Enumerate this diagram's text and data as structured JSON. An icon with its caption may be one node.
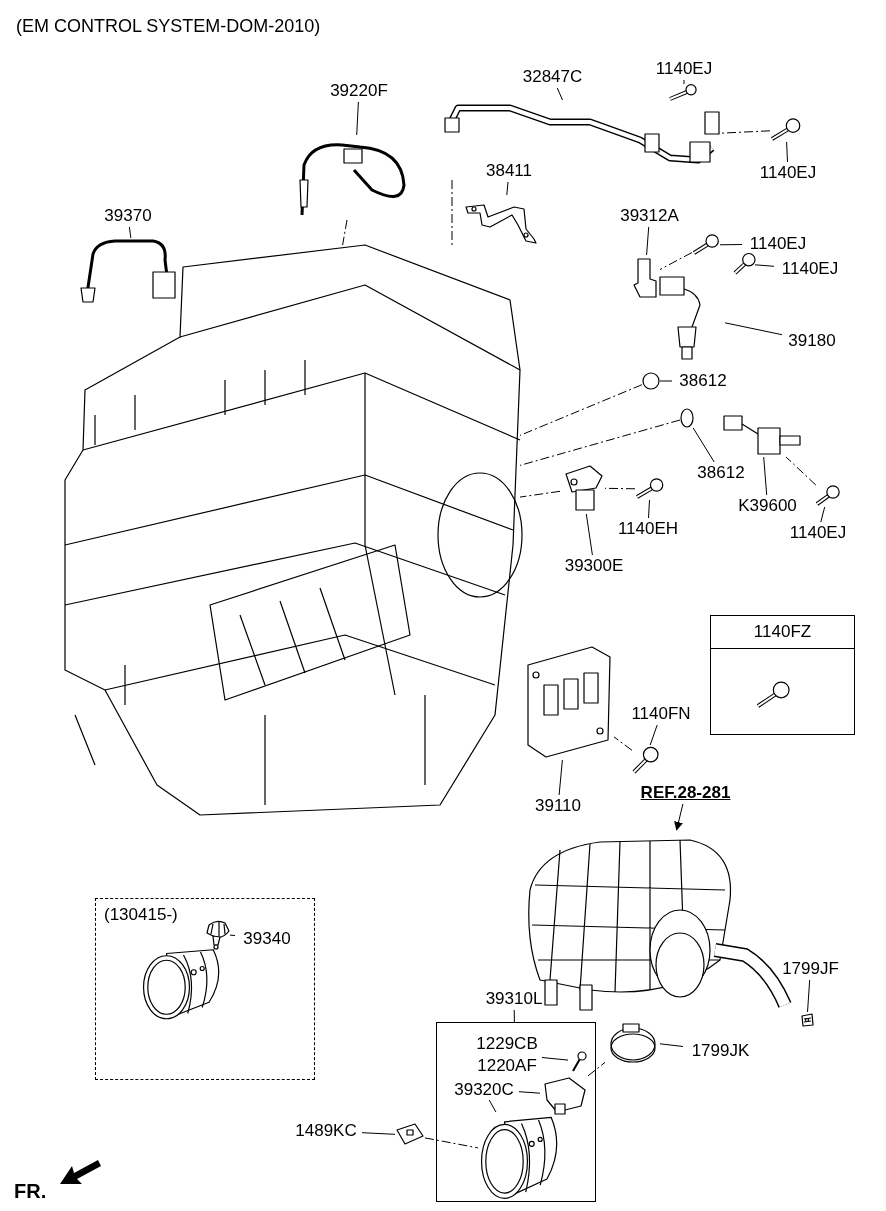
{
  "diagram": {
    "title": "(EM CONTROL SYSTEM-DOM-2010)",
    "nodes": [
      {
        "text": [],
        "shape": "picture"
      },
      {
        "text": [
          "39220F"
        ]
      },
      {
        "text": [],
        "shape": "picture"
      },
      {
        "text": [
          "32847C"
        ]
      },
      {
        "text": [],
        "shape": "picture"
      },
      {
        "text": [
          "1140EJ"
        ]
      },
      {
        "text": [],
        "shape": "picture"
      },
      {
        "text": [
          "1140EJ"
        ]
      },
      {
        "text": [],
        "shape": "picture"
      },
      {
        "text": [
          "39370"
        ]
      },
      {
        "text": [],
        "shape": "picture"
      },
      {
        "text": [
          "38411"
        ]
      },
      {
        "text": [],
        "shape": "picture"
      },
      {
        "text": [
          "39312A"
        ]
      },
      {
        "text": [],
        "shape": "picture"
      },
      {
        "text": [
          "1140EJ"
        ]
      },
      {
        "text": [],
        "shape": "picture"
      },
      {
        "text": [
          "1140EJ"
        ]
      },
      {
        "text": [],
        "shape": "picture"
      },
      {
        "text": [
          "39180"
        ]
      },
      {
        "text": [],
        "shape": "picture"
      },
      {
        "text": [
          "38612"
        ]
      },
      {
        "text": [],
        "shape": "circle"
      },
      {
        "text": [
          "38612"
        ]
      },
      {
        "text": [],
        "shape": "circle"
      },
      {
        "text": [
          "K39600"
        ]
      },
      {
        "text": [],
        "shape": "picture"
      },
      {
        "text": [
          "1140EJ"
        ]
      },
      {
        "text": [],
        "shape": "picture"
      },
      {
        "text": [
          "1140EH"
        ]
      },
      {
        "text": [],
        "shape": "picture"
      },
      {
        "text": [
          "39300E"
        ]
      },
      {
        "text": [],
        "shape": "picture"
      },
      {
        "text": [
          "1140FZ"
        ]
      },
      {
        "text": [],
        "shape": "picture",
        "in": 33
      },
      {
        "text": [
          "1140FN"
        ]
      },
      {
        "text": [],
        "shape": "picture"
      },
      {
        "text": [
          "39110"
        ]
      },
      {
        "text": [],
        "shape": "picture"
      },
      {
        "text": [
          "REF.28-281"
        ]
      },
      {
        "text": [],
        "shape": "picture"
      },
      {
        "text": [
          "1799JF"
        ]
      },
      {
        "text": [],
        "shape": "picture"
      },
      {
        "text": [
          "1799JK"
        ]
      },
      {
        "text": [],
        "shape": "picture"
      },
      {
        "text": [
          "39310L"
        ]
      },
      {
        "text": [],
        "shape": "box"
      },
      {
        "text": [
          "1229CB",
          "1220AF"
        ],
        "in": 46
      },
      {
        "text": [],
        "shape": "picture",
        "in": 46
      },
      {
        "text": [
          "39320C"
        ],
        "in": 46
      },
      {
        "text": [],
        "shape": "picture",
        "in": 46
      },
      {
        "text": [],
        "shape": "picture",
        "in": 46
      },
      {
        "text": [
          "1489KC"
        ]
      },
      {
        "text": [],
        "shape": "picture"
      },
      {
        "text": [
          "(130415-)"
        ]
      },
      {
        "text": [
          "39340"
        ],
        "in": 54
      },
      {
        "text": [],
        "shape": "picture",
        "in": 54
      },
      {
        "text": [],
        "shape": "picture",
        "in": 54
      }
    ],
    "edges": [
      {
        "from": 1,
        "to": 2,
        "arrow": "none"
      },
      {
        "from": 3,
        "to": 4,
        "arrow": "none"
      },
      {
        "from": 5,
        "to": 6,
        "arrow": "none"
      },
      {
        "from": 7,
        "to": 8,
        "arrow": "none"
      },
      {
        "from": 9,
        "to": 10,
        "arrow": "none"
      },
      {
        "from": 11,
        "to": 12,
        "arrow": "none"
      },
      {
        "from": 13,
        "to": 14,
        "arrow": "none"
      },
      {
        "from": 15,
        "to": 16,
        "arrow": "none"
      },
      {
        "from": 17,
        "to": 18,
        "arrow": "none"
      },
      {
        "from": 19,
        "to": 20,
        "arrow": "none"
      },
      {
        "from": 21,
        "to": 22,
        "arrow": "none"
      },
      {
        "from": 23,
        "to": 24,
        "arrow": "none"
      },
      {
        "from": 25,
        "to": 26,
        "arrow": "none"
      },
      {
        "from": 27,
        "to": 28,
        "arrow": "none"
      },
      {
        "from": 29,
        "to": 30,
        "arrow": "none"
      },
      {
        "from": 31,
        "to": 32,
        "arrow": "none"
      },
      {
        "from": 35,
        "to": 36,
        "arrow": "none"
      },
      {
        "from": 37,
        "to": 38,
        "arrow": "none"
      },
      {
        "from": 39,
        "to": 40,
        "arrow": "to"
      },
      {
        "from": 41,
        "to": 42,
        "arrow": "none"
      },
      {
        "from": 43,
        "to": 44,
        "arrow": "none"
      },
      {
        "from": 45,
        "to": 46,
        "arrow": "none"
      },
      {
        "from": 47,
        "to": 48,
        "arrow": "none"
      },
      {
        "from": 49,
        "to": 50,
        "arrow": "none"
      },
      {
        "from": 49,
        "to": 51,
        "arrow": "none"
      },
      {
        "from": 52,
        "to": 53,
        "arrow": "none"
      },
      {
        "from": 55,
        "to": 56,
        "arrow": "none"
      },
      {
        "from": 2,
        "to": 0,
        "arrow": "none",
        "style": "dashed"
      },
      {
        "from": 4,
        "to": 0,
        "arrow": "none",
        "style": "dashed"
      },
      {
        "from": 22,
        "to": 0,
        "arrow": "none",
        "style": "dashed"
      },
      {
        "from": 24,
        "to": 0,
        "arrow": "none",
        "style": "dashed"
      },
      {
        "from": 32,
        "to": 0,
        "arrow": "none",
        "style": "dashed"
      },
      {
        "from": 30,
        "to": 32,
        "arrow": "none",
        "style": "dashed"
      },
      {
        "from": 16,
        "to": 14,
        "arrow": "none",
        "style": "dashed"
      },
      {
        "from": 8,
        "to": 4,
        "arrow": "none",
        "style": "dashed"
      },
      {
        "from": 28,
        "to": 26,
        "arrow": "none",
        "style": "dashed"
      },
      {
        "from": 36,
        "to": 38,
        "arrow": "none",
        "style": "dashed"
      },
      {
        "from": 50,
        "to": 44,
        "arrow": "none",
        "style": "dashed"
      },
      {
        "from": 53,
        "to": 51,
        "arrow": "none",
        "style": "dashed"
      }
    ],
    "labels": [
      "FR."
    ]
  }
}
